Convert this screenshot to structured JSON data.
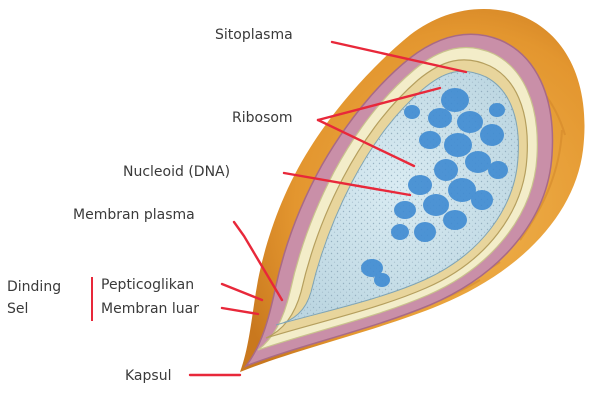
{
  "labels": {
    "sitoplasma": "Sitoplasma",
    "ribosom": "Ribosom",
    "nucleoid": "Nucleoid (DNA)",
    "membran_plasma": "Membran plasma",
    "dinding": "Dinding",
    "sel": "Sel",
    "pepticoglikan": "Pepticoglikan",
    "membran_luar": "Membran luar",
    "kapsul": "Kapsul"
  },
  "colors": {
    "capsule": "#e59a33",
    "outer_membrane": "#c78aa3",
    "peptidoglycan": "#f0ebc8",
    "plasma_membrane": "#e9d9a6",
    "cytoplasm": "#cfe2ea",
    "dna": "#3f8bd2",
    "ribosome_dot": "#7d9cb0",
    "leader_lines": "#e8283a",
    "label_text": "#3a3a3a"
  }
}
